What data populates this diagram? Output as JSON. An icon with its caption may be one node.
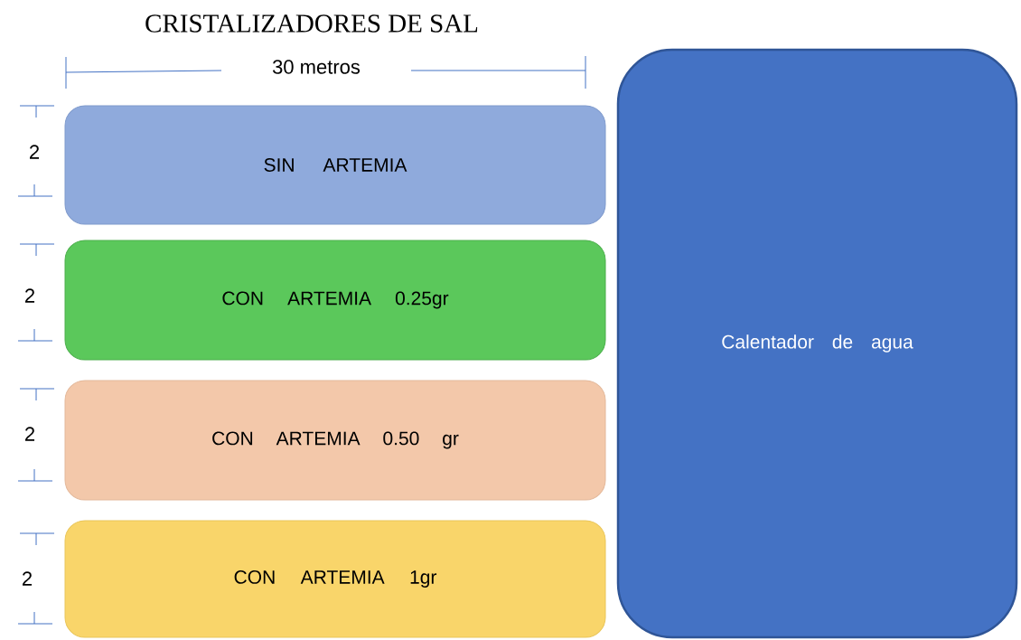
{
  "diagram": {
    "title": "CRISTALIZADORES DE SAL",
    "nodes": [
      {
        "text": [
          "SIN ARTEMIA"
        ]
      },
      {
        "text": [
          "CON ARTEMIA 0.25gr"
        ]
      },
      {
        "text": [
          "CON ARTEMIA 0.50 gr"
        ]
      },
      {
        "text": [
          "CON ARTEMIA 1gr"
        ]
      },
      {
        "text": [
          "Calentador de agua"
        ]
      }
    ],
    "edges": [],
    "labels": [
      "30 metros",
      "2",
      "2",
      "2",
      "2"
    ]
  }
}
